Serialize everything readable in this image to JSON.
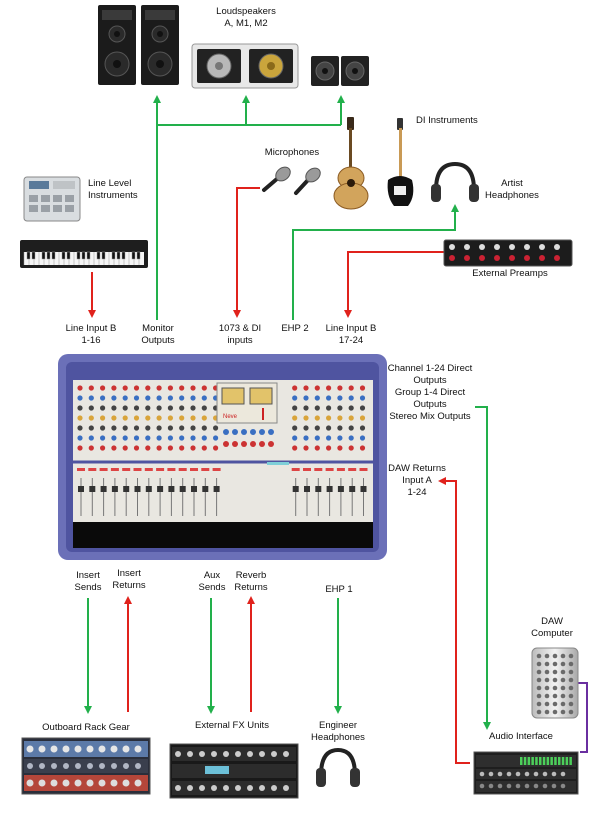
{
  "labels": {
    "loudspeakers": [
      "Loudspeakers",
      "A, M1, M2"
    ],
    "di_instruments": [
      "DI Instruments"
    ],
    "microphones": [
      "Microphones"
    ],
    "artist_headphones": [
      "Artist",
      "Headphones"
    ],
    "line_level": [
      "Line Level",
      "Instruments"
    ],
    "external_preamps": [
      "External Preamps"
    ],
    "line_input_b_116": [
      "Line Input B",
      "1-16"
    ],
    "monitor_outputs": [
      "Monitor",
      "Outputs"
    ],
    "di_inputs": [
      "1073 & DI",
      "inputs"
    ],
    "ehp2": [
      "EHP 2"
    ],
    "line_input_b_1724": [
      "Line Input B",
      "17-24"
    ],
    "direct_outputs": [
      "Channel 1-24 Direct",
      "Outputs",
      "Group 1-4 Direct",
      "Outputs",
      "Stereo Mix Outputs"
    ],
    "daw_returns": [
      "DAW Returns",
      "Input A",
      "1-24"
    ],
    "insert_sends": [
      "Insert",
      "Sends"
    ],
    "insert_returns": [
      "Insert",
      "Returns"
    ],
    "aux_sends": [
      "Aux",
      "Sends"
    ],
    "reverb_returns": [
      "Reverb",
      "Returns"
    ],
    "ehp1": [
      "EHP 1"
    ],
    "daw_computer": [
      "DAW",
      "Computer"
    ],
    "outboard": [
      "Outboard Rack Gear"
    ],
    "fx_units": [
      "External FX Units"
    ],
    "engineer_headphones": [
      "Engineer",
      "Headphones"
    ],
    "audio_interface": [
      "Audio Interface"
    ]
  },
  "console_brand": "Neve",
  "colors": {
    "green": "#22b04b",
    "red": "#e0221c",
    "purple": "#6a2fa0",
    "console_frame": "#6b70b8"
  },
  "icons": [
    "speaker-icon",
    "microphone-icon",
    "guitar-icon",
    "bass-guitar-icon",
    "headphones-icon",
    "drum-machine-icon",
    "keyboard-icon",
    "preamp-rack-icon",
    "mixing-console-icon",
    "rack-gear-icon",
    "fx-unit-icon",
    "computer-icon",
    "audio-interface-icon"
  ]
}
